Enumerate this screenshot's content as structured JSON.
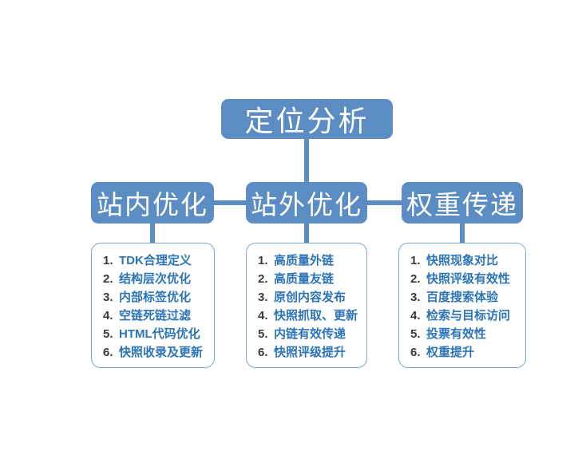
{
  "diagram": {
    "title_node": {
      "label": "定位分析"
    },
    "branches": [
      {
        "label": "站内优化"
      },
      {
        "label": "站外优化"
      },
      {
        "label": "权重传递"
      }
    ],
    "lists": [
      {
        "items": [
          {
            "num": "1.",
            "text": "TDK合理定义"
          },
          {
            "num": "2.",
            "text": "结构层次优化"
          },
          {
            "num": "3.",
            "text": "内部标签优化"
          },
          {
            "num": "4.",
            "text": "空链死链过滤"
          },
          {
            "num": "5.",
            "text": "HTML代码优化"
          },
          {
            "num": "6.",
            "text": "快照收录及更新"
          }
        ]
      },
      {
        "items": [
          {
            "num": "1.",
            "text": "高质量外链"
          },
          {
            "num": "2.",
            "text": "高质量友链"
          },
          {
            "num": "3.",
            "text": "原创内容发布"
          },
          {
            "num": "4.",
            "text": "快照抓取、更新"
          },
          {
            "num": "5.",
            "text": "内链有效传递"
          },
          {
            "num": "6.",
            "text": "快照评级提升"
          }
        ]
      },
      {
        "items": [
          {
            "num": "1.",
            "text": "快照现象对比"
          },
          {
            "num": "2.",
            "text": "快照评级有效性"
          },
          {
            "num": "3.",
            "text": "百度搜索体验"
          },
          {
            "num": "4.",
            "text": "检索与目标访问"
          },
          {
            "num": "5.",
            "text": "投票有效性"
          },
          {
            "num": "6.",
            "text": "权重提升"
          }
        ]
      }
    ],
    "colors": {
      "node_fill": "#5b8cc4",
      "node_text": "#ffffff",
      "card_border": "#7aa7d4",
      "list_number": "#3a3a3a",
      "list_text": "#2c74b8",
      "connector": "#5b8cc4",
      "background": "#ffffff"
    }
  }
}
